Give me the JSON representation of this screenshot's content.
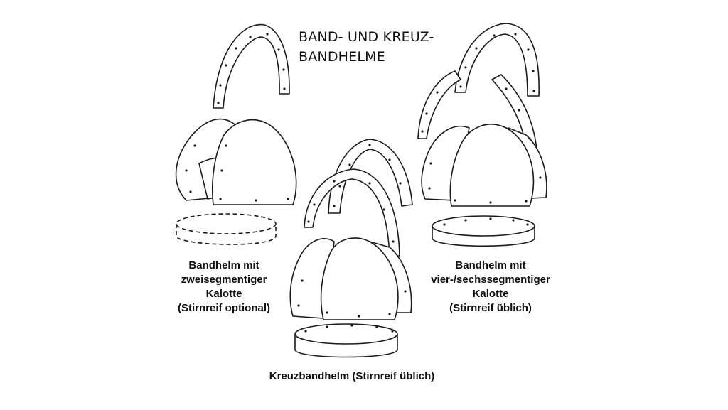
{
  "title": {
    "line1": "BAND- UND KREUZ-",
    "line2": "BANDHELME"
  },
  "captions": {
    "left": {
      "line1": "Bandhelm mit",
      "line2": "zweisegmentiger",
      "line3": "Kalotte",
      "line4": "(Stirnreif optional)"
    },
    "right": {
      "line1": "Bandhelm mit",
      "line2": "vier-/sechssegmentiger",
      "line3": "Kalotte",
      "line4": "(Stirnreif üblich)"
    },
    "bottom": {
      "line1": "Kreuzbandhelm (Stirnreif üblich)"
    }
  },
  "colors": {
    "stroke": "#1a1a1a",
    "fill": "#ffffff"
  }
}
